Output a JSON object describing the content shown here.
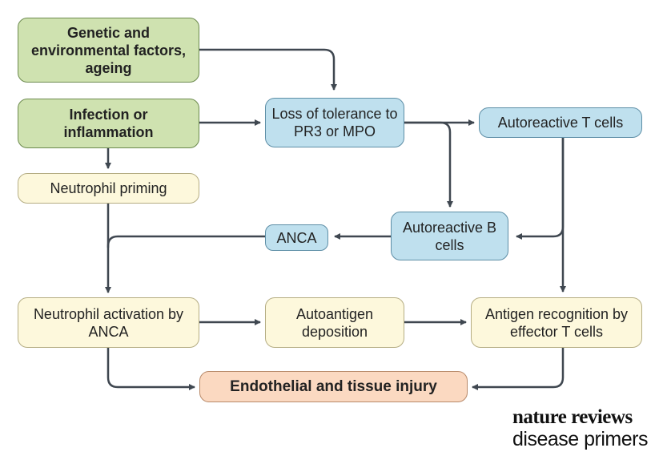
{
  "nodes": {
    "genetic": "Genetic and environmental factors, ageing",
    "infection": "Infection or inflammation",
    "neutrophil_priming": "Neutrophil priming",
    "loss_tolerance": "Loss of tolerance to PR3 or MPO",
    "autoreactive_t": "Autoreactive T cells",
    "autoreactive_b": "Autoreactive B cells",
    "anca": "ANCA",
    "neutrophil_activation": "Neutrophil activation by ANCA",
    "autoantigen": "Autoantigen deposition",
    "antigen_recognition": "Antigen recognition by effector T cells",
    "endothelial": "Endothelial and tissue injury"
  },
  "logo": {
    "line1": "nature reviews",
    "line2": "disease primers"
  },
  "colors": {
    "green_fill": "#cfe2b0",
    "blue_fill": "#bfe0ee",
    "yellow_fill": "#fdf8dc",
    "orange_fill": "#fbd9c1",
    "arrow": "#3f4750"
  }
}
